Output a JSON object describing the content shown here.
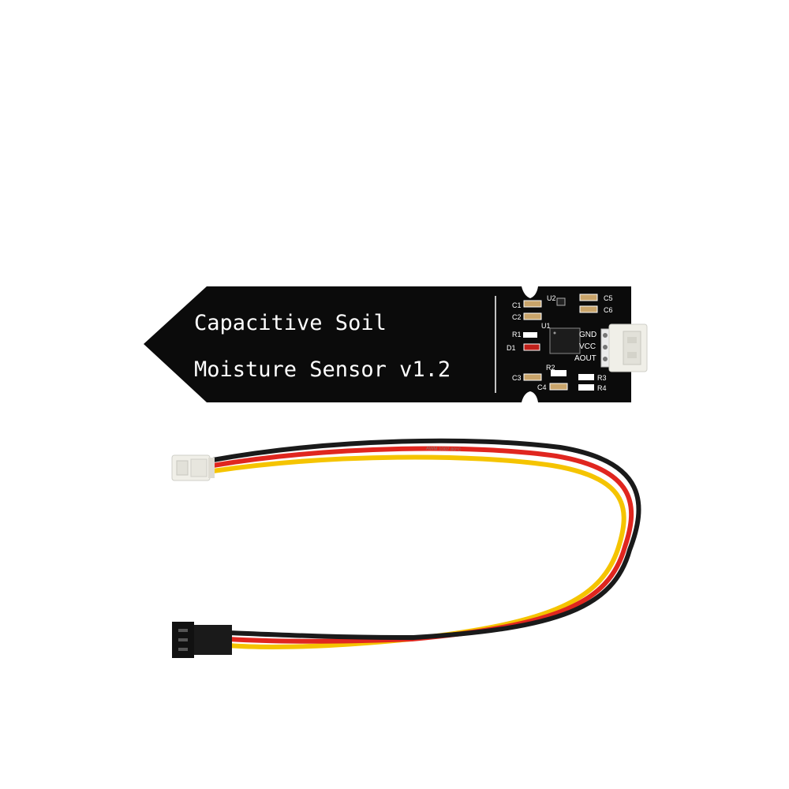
{
  "board": {
    "title_line1": "Capacitive Soil",
    "title_line2": "Moisture Sensor v1.2",
    "pins": [
      "GND",
      "VCC",
      "AOUT"
    ],
    "components": {
      "c1": "C1",
      "c2": "C2",
      "c3": "C3",
      "c4": "C4",
      "c5": "C5",
      "c6": "C6",
      "u1": "U1",
      "u2": "U2",
      "r1": "R1",
      "r2": "R2",
      "r3": "R3",
      "r4": "R4",
      "d1": "D1"
    }
  },
  "cable": {
    "print": "AWM 1007 80°C"
  },
  "colors": {
    "pcb": "#0b0b0b",
    "wire_black": "#1a1a1a",
    "wire_red": "#e0261f",
    "wire_yellow": "#f5c400",
    "connector": "#f0efe8"
  }
}
